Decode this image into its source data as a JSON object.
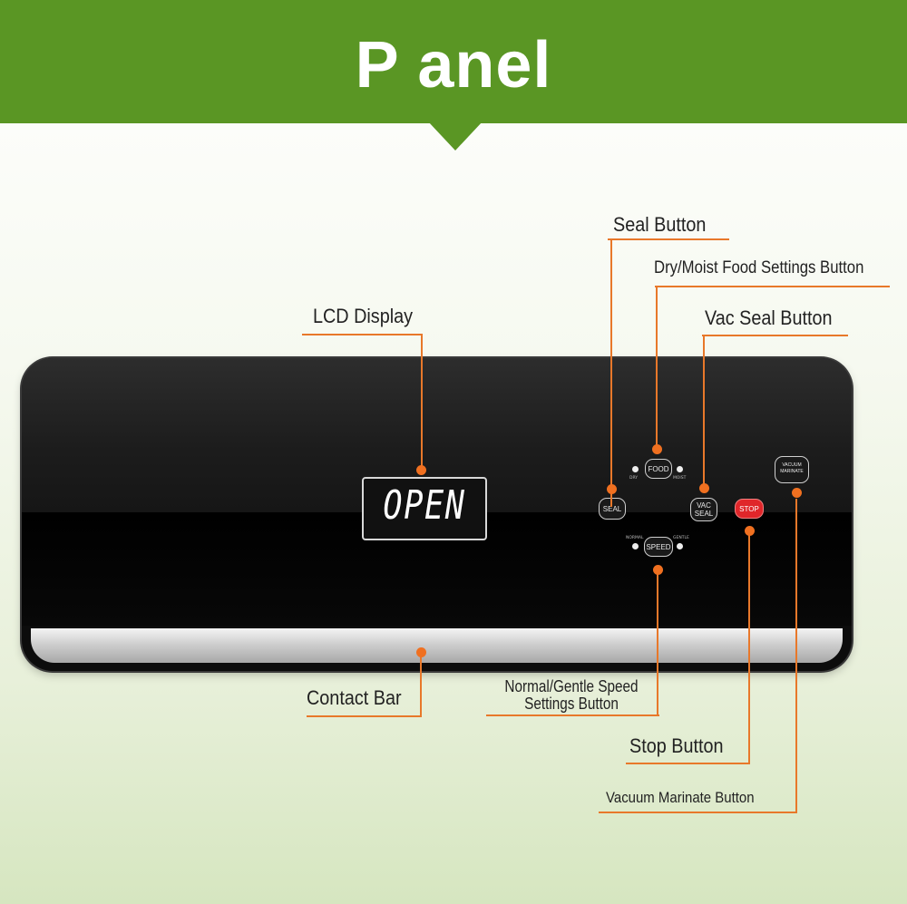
{
  "banner": {
    "title": "P anel"
  },
  "display": {
    "text": "OPEN"
  },
  "controls": {
    "seal": "SEAL",
    "food": "FOOD",
    "dry": "DRY",
    "moist": "MOIST",
    "vac_seal_line1": "VAC",
    "vac_seal_line2": "SEAL",
    "stop": "STOP",
    "vacuum_marinate_line1": "VACUUM",
    "vacuum_marinate_line2": "MARINATE",
    "speed": "SPEED",
    "normal": "NORMAL",
    "gentle": "GENTLE"
  },
  "callouts": {
    "seal_button": "Seal Button",
    "food_button": "Dry/Moist Food Settings Button",
    "vac_seal_button": "Vac Seal Button",
    "lcd_display": "LCD Display",
    "contact_bar": "Contact Bar",
    "speed_line1": "Normal/Gentle Speed",
    "speed_line2": "Settings Button",
    "stop_button": "Stop Button",
    "vacuum_marinate_button": "Vacuum Marinate Button"
  },
  "colors": {
    "banner": "#5a9624",
    "callout": "#e8782a",
    "stop_button": "#e0262a"
  }
}
